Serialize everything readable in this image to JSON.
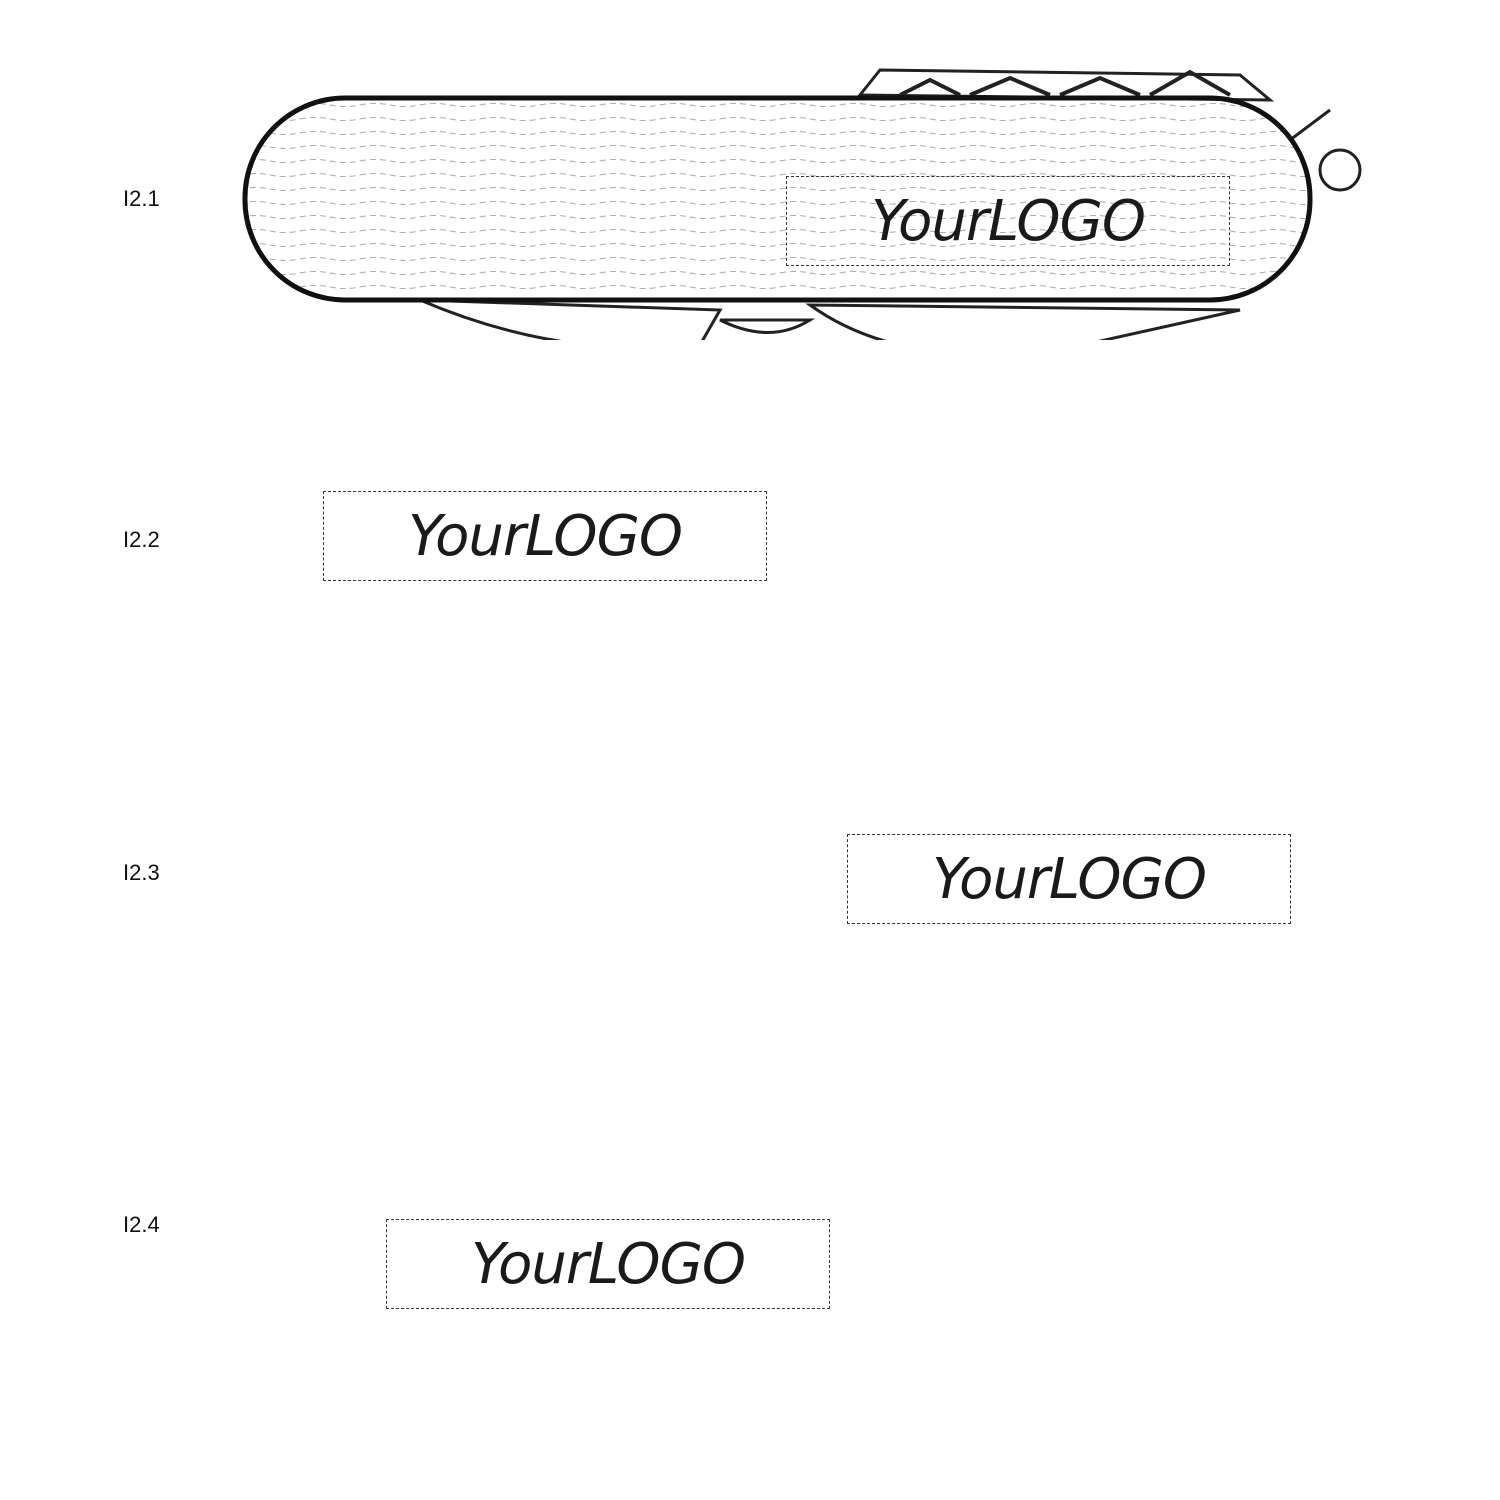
{
  "positions": [
    {
      "label": "I2.1",
      "logo": "YourLOGO"
    },
    {
      "label": "I2.2",
      "logo": "YourLOGO"
    },
    {
      "label": "I2.3",
      "logo": "YourLOGO"
    },
    {
      "label": "I2.4",
      "logo": "YourLOGO"
    }
  ]
}
